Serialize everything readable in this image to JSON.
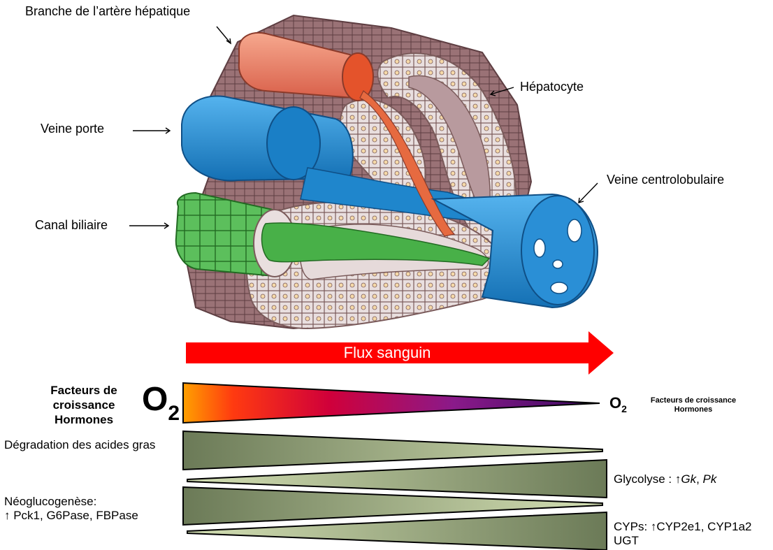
{
  "labels": {
    "artery": "Branche de l’artère hépatique",
    "hepatocyte": "Hépatocyte",
    "portal_vein": "Veine porte",
    "central_vein": "Veine centrolobulaire",
    "bile_duct": "Canal biliaire"
  },
  "flow": {
    "label": "Flux sanguin"
  },
  "gradient": {
    "left_text": [
      "Facteurs de",
      "croissance",
      "Hormones"
    ],
    "left_o2_main": "O",
    "left_o2_sub": "2",
    "right_o2_main": "O",
    "right_o2_sub": "2",
    "right_text": [
      "Facteurs de croissance",
      "Hormones"
    ]
  },
  "processes": {
    "fatty_acid": "Dégradation des acides gras",
    "glycolysis_prefix": "Glycolyse : ↑",
    "glycolysis_gk": "Gk",
    "glycolysis_sep": ", ",
    "glycolysis_pk": "Pk",
    "gluconeo_line1": "Néoglucogenèse:",
    "gluconeo_line2": "↑ Pck1, G6Pase, FBPase",
    "cyps_line1": "CYPs: ↑CYP2e1, CYP1a2",
    "cyps_line2": "UGT"
  },
  "colors": {
    "artery": "#e9826a",
    "portal_vein": "#1f86cc",
    "central_vein": "#2a8fd6",
    "bile_duct": "#4cae4c",
    "flow_arrow": "#ff0000",
    "wedge_dark": "#6b7a57",
    "wedge_light": "#c8d6a8"
  }
}
